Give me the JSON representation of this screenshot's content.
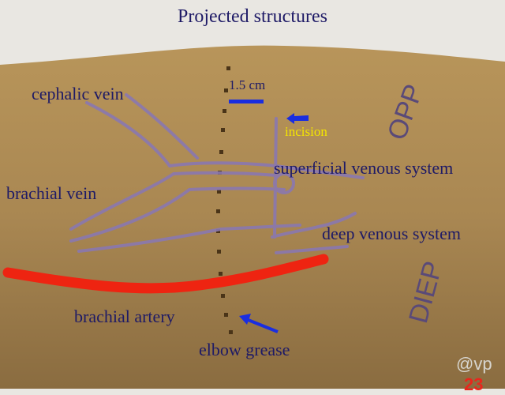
{
  "title": "Projected structures",
  "labels": {
    "cephalic_vein": "cephalic vein",
    "brachial_vein": "brachial vein",
    "brachial_artery": "brachial artery",
    "elbow_grease": "elbow grease",
    "scale": "1.5 cm",
    "incision": "incision",
    "superficial": "superficial venous system",
    "deep": "deep venous system"
  },
  "skin_marks": {
    "opp": "OPP",
    "diep": "DIEP"
  },
  "watermark": "@vp",
  "slide_number": "23",
  "colors": {
    "label": "#1e1a66",
    "arrow": "#1a2ee0",
    "artery": "#ee2411",
    "vein": "#8a78b0",
    "incision_label": "#f3e500"
  }
}
